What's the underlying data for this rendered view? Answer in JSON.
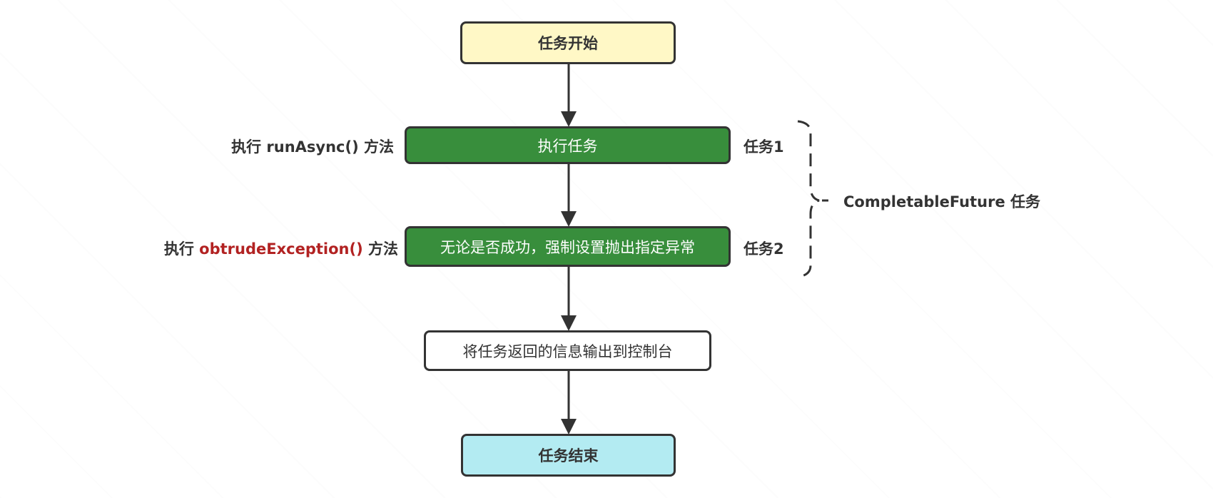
{
  "diagram": {
    "nodes": {
      "start": "任务开始",
      "task1": "执行任务",
      "task2": "无论是否成功，强制设置抛出指定异常",
      "output": "将任务返回的信息输出到控制台",
      "end": "任务结束"
    },
    "left_labels": {
      "task1": {
        "prefix": "执行 ",
        "method": "runAsync()",
        "suffix": " 方法"
      },
      "task2": {
        "prefix": "执行 ",
        "method": "obtrudeException()",
        "suffix": " 方法"
      }
    },
    "right_labels": {
      "task1": "任务1",
      "task2": "任务2"
    },
    "group_label": "CompletableFuture 任务",
    "colors": {
      "start_fill": "#fff8c6",
      "task_fill": "#388e3c",
      "output_fill": "#ffffff",
      "end_fill": "#b3ebf2",
      "stroke": "#333333",
      "method_highlight": "#b22222"
    },
    "edges": [
      {
        "from": "start",
        "to": "task1"
      },
      {
        "from": "task1",
        "to": "task2"
      },
      {
        "from": "task2",
        "to": "output"
      },
      {
        "from": "output",
        "to": "end"
      }
    ]
  }
}
